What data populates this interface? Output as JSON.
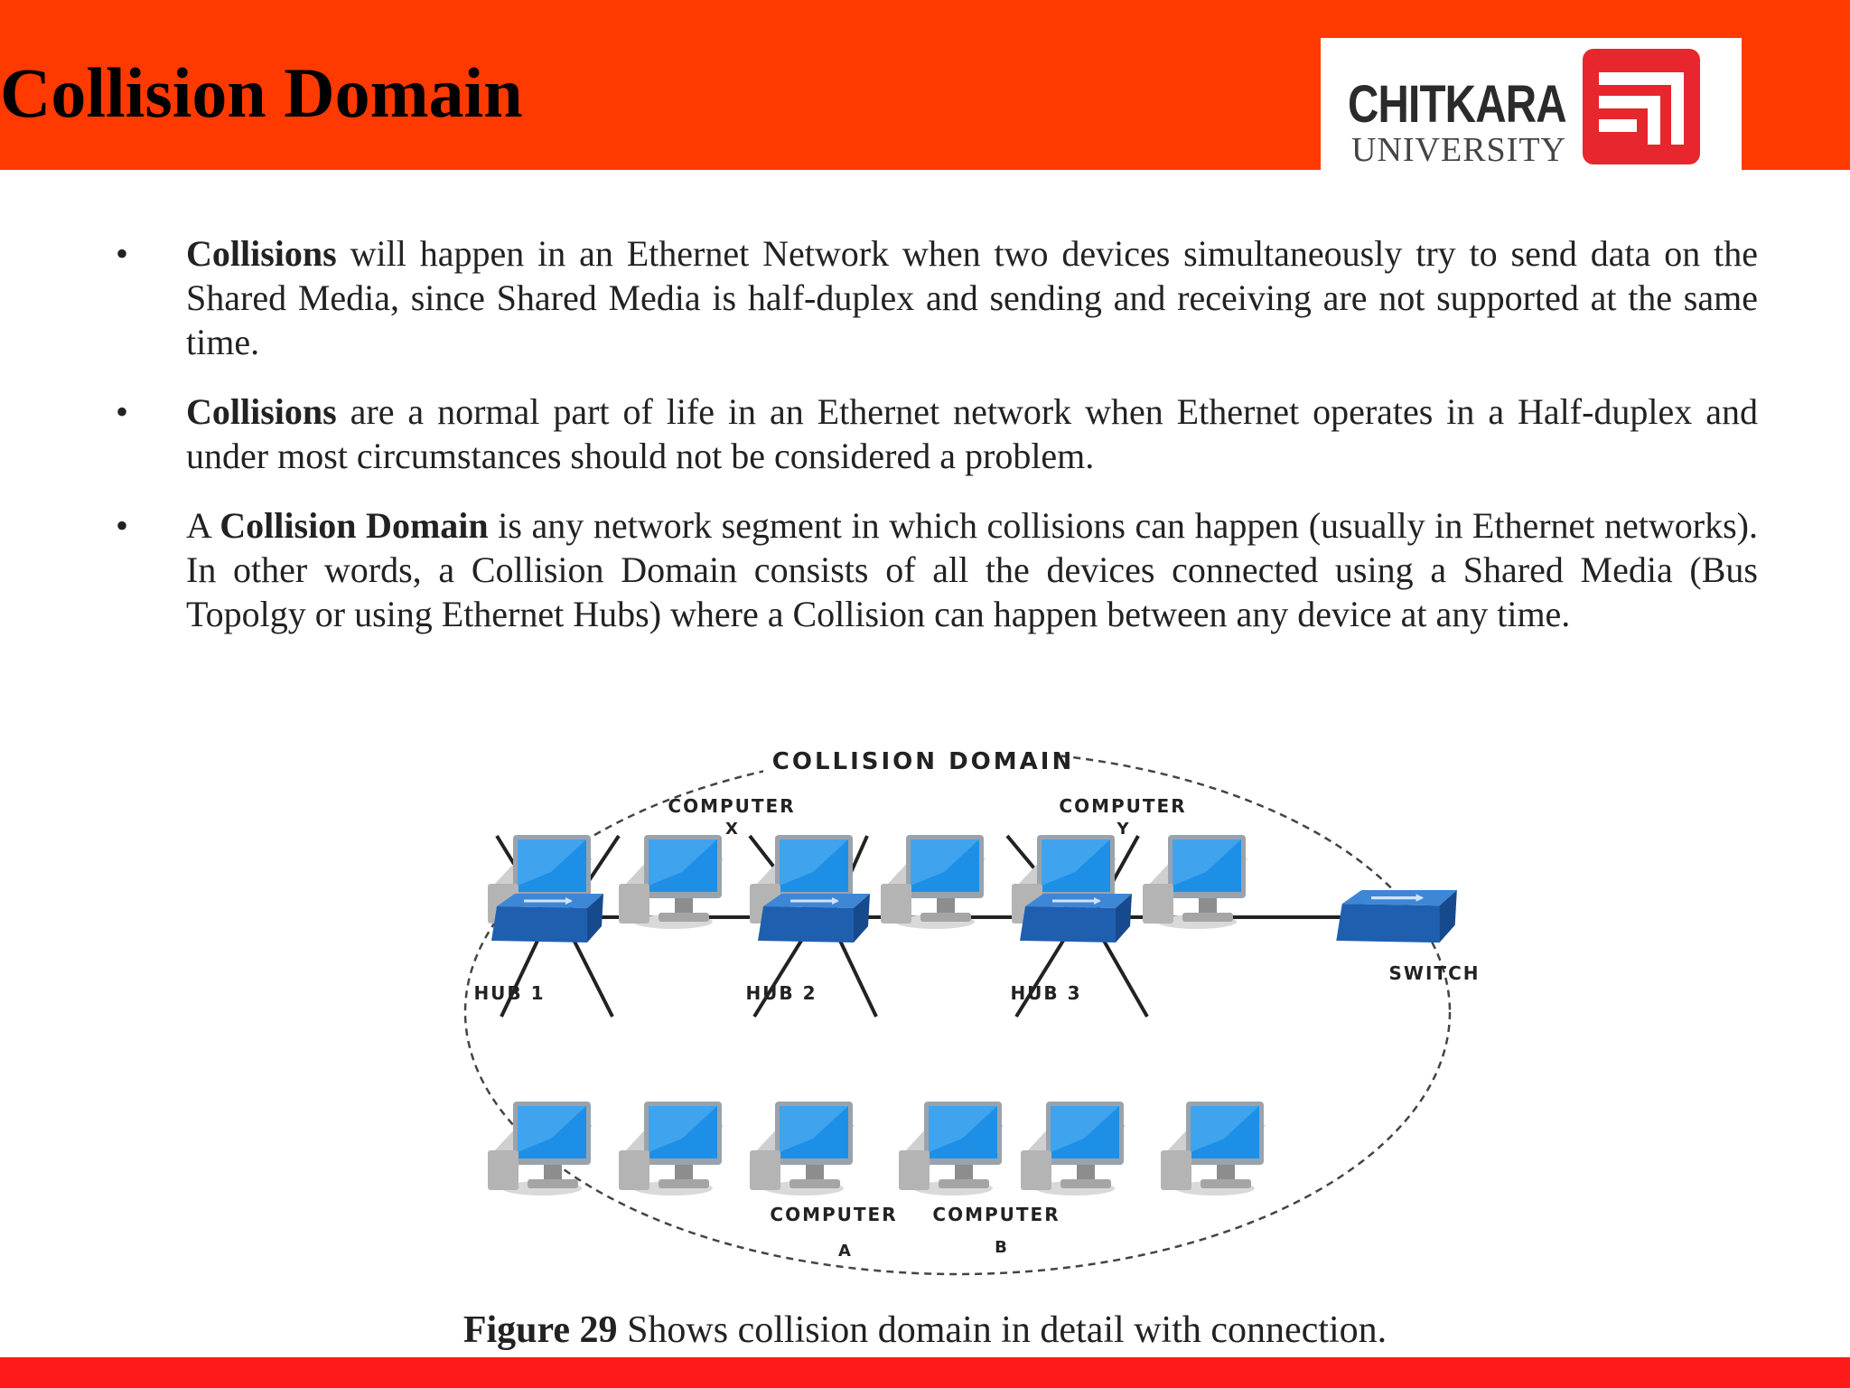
{
  "header": {
    "title": "Collision Domain",
    "logo": {
      "word": "CHITKARA",
      "sub": "UNIVERSITY"
    }
  },
  "bullets": [
    {
      "strong_prefix": "",
      "strong": "Collisions",
      "text": " will happen in an Ethernet Network when two devices simultaneously try to send data on the Shared Media, since Shared Media is half-duplex and sending and receiving are not supported at the same time."
    },
    {
      "strong_prefix": "",
      "strong": "Collisions",
      "text": " are a normal part of life in an Ethernet network when Ethernet operates in a Half-duplex and under most circumstances should not be considered a problem."
    },
    {
      "strong_prefix": "A ",
      "strong": "Collision Domain",
      "text": " is any network segment in which collisions can happen (usually in Ethernet networks). In other words, a Collision Domain consists of all the devices connected using a Shared Media (Bus Topolgy or using Ethernet Hubs) where a Collision can happen between any device at any time."
    }
  ],
  "diagram": {
    "domain_label": "COLLISION DOMAIN",
    "hub1": "HUB 1",
    "hub2": "HUB 2",
    "hub3": "HUB 3",
    "switch": "SWITCH",
    "computer_x": {
      "name": "COMPUTER",
      "id": "X"
    },
    "computer_y": {
      "name": "COMPUTER",
      "id": "Y"
    },
    "computer_a": {
      "name": "COMPUTER",
      "id": "A"
    },
    "computer_b": {
      "name": "COMPUTER",
      "id": "B"
    }
  },
  "caption": {
    "strong": "Figure 29",
    "text": " Shows collision domain in detail with connection."
  },
  "colors": {
    "header": "#ff3a00",
    "footer": "#ff1a1a",
    "logo_red": "#e8262d",
    "hub_blue": "#1f5fb0",
    "screen_blue": "#1e8fe6"
  }
}
